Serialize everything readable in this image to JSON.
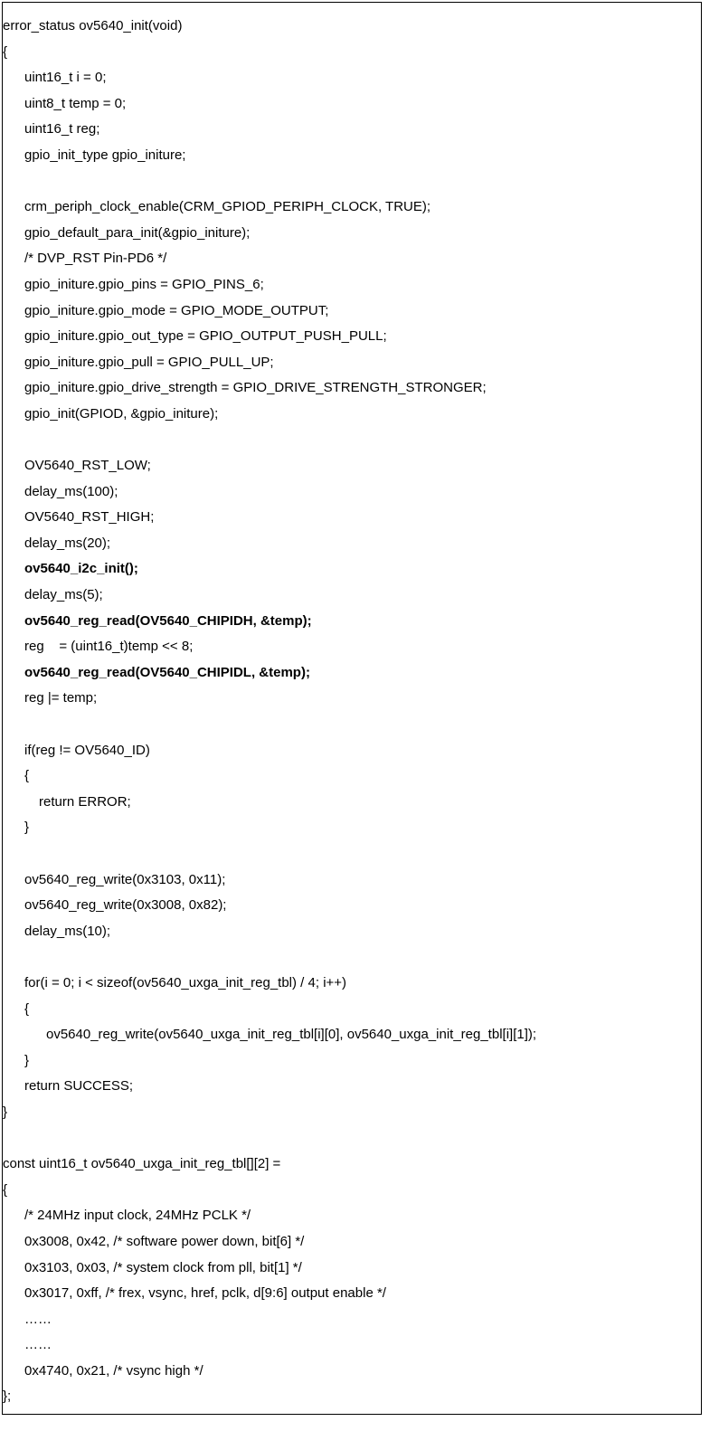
{
  "document": {
    "lines": [
      {
        "text": "error_status ov5640_init(void)",
        "indent": 0,
        "bold": false
      },
      {
        "text": "{",
        "indent": 0,
        "bold": false
      },
      {
        "text": "uint16_t i = 0;",
        "indent": 1,
        "bold": false
      },
      {
        "text": "uint8_t temp = 0;",
        "indent": 1,
        "bold": false
      },
      {
        "text": "uint16_t reg;",
        "indent": 1,
        "bold": false
      },
      {
        "text": "gpio_init_type gpio_initure;",
        "indent": 1,
        "bold": false
      },
      {
        "text": "",
        "indent": 0,
        "bold": false
      },
      {
        "text": "crm_periph_clock_enable(CRM_GPIOD_PERIPH_CLOCK, TRUE);",
        "indent": 1,
        "bold": false
      },
      {
        "text": "gpio_default_para_init(&gpio_initure);",
        "indent": 1,
        "bold": false
      },
      {
        "text": "/* DVP_RST Pin-PD6 */",
        "indent": 1,
        "bold": false
      },
      {
        "text": "gpio_initure.gpio_pins = GPIO_PINS_6;",
        "indent": 1,
        "bold": false
      },
      {
        "text": "gpio_initure.gpio_mode = GPIO_MODE_OUTPUT;",
        "indent": 1,
        "bold": false
      },
      {
        "text": "gpio_initure.gpio_out_type = GPIO_OUTPUT_PUSH_PULL;",
        "indent": 1,
        "bold": false
      },
      {
        "text": "gpio_initure.gpio_pull = GPIO_PULL_UP;",
        "indent": 1,
        "bold": false
      },
      {
        "text": "gpio_initure.gpio_drive_strength = GPIO_DRIVE_STRENGTH_STRONGER;",
        "indent": 1,
        "bold": false
      },
      {
        "text": "gpio_init(GPIOD, &gpio_initure);",
        "indent": 1,
        "bold": false
      },
      {
        "text": "",
        "indent": 0,
        "bold": false
      },
      {
        "text": "OV5640_RST_LOW;",
        "indent": 1,
        "bold": false
      },
      {
        "text": "delay_ms(100);",
        "indent": 1,
        "bold": false
      },
      {
        "text": "OV5640_RST_HIGH;",
        "indent": 1,
        "bold": false
      },
      {
        "text": "delay_ms(20);",
        "indent": 1,
        "bold": false
      },
      {
        "text": "ov5640_i2c_init();",
        "indent": 1,
        "bold": true
      },
      {
        "text": "delay_ms(5);",
        "indent": 1,
        "bold": false
      },
      {
        "text": "ov5640_reg_read(OV5640_CHIPIDH, &temp);",
        "indent": 1,
        "bold": true
      },
      {
        "text": "reg    = (uint16_t)temp << 8;",
        "indent": 1,
        "bold": false
      },
      {
        "text": "ov5640_reg_read(OV5640_CHIPIDL, &temp);",
        "indent": 1,
        "bold": true
      },
      {
        "text": "reg |= temp;",
        "indent": 1,
        "bold": false
      },
      {
        "text": "",
        "indent": 0,
        "bold": false
      },
      {
        "text": "if(reg != OV5640_ID)",
        "indent": 1,
        "bold": false
      },
      {
        "text": "{",
        "indent": 1,
        "bold": false
      },
      {
        "text": "return ERROR;",
        "indent": 2,
        "bold": false
      },
      {
        "text": "}",
        "indent": 1,
        "bold": false
      },
      {
        "text": "",
        "indent": 0,
        "bold": false
      },
      {
        "text": "ov5640_reg_write(0x3103, 0x11);",
        "indent": 1,
        "bold": false
      },
      {
        "text": "ov5640_reg_write(0x3008, 0x82);",
        "indent": 1,
        "bold": false
      },
      {
        "text": "delay_ms(10);",
        "indent": 1,
        "bold": false
      },
      {
        "text": "",
        "indent": 0,
        "bold": false
      },
      {
        "text": "for(i = 0; i < sizeof(ov5640_uxga_init_reg_tbl) / 4; i++)",
        "indent": 1,
        "bold": false
      },
      {
        "text": "{",
        "indent": 1,
        "bold": false
      },
      {
        "text": "ov5640_reg_write(ov5640_uxga_init_reg_tbl[i][0], ov5640_uxga_init_reg_tbl[i][1]);",
        "indent": 3,
        "bold": false
      },
      {
        "text": "}",
        "indent": 1,
        "bold": false
      },
      {
        "text": "return SUCCESS;",
        "indent": 1,
        "bold": false
      },
      {
        "text": "}",
        "indent": 0,
        "bold": false
      },
      {
        "text": "",
        "indent": 0,
        "bold": false
      },
      {
        "text": "const uint16_t ov5640_uxga_init_reg_tbl[][2] =",
        "indent": 0,
        "bold": false
      },
      {
        "text": "{",
        "indent": 0,
        "bold": false
      },
      {
        "text": "/* 24MHz input clock, 24MHz PCLK */",
        "indent": 1,
        "bold": false
      },
      {
        "text": "0x3008, 0x42, /* software power down, bit[6] */",
        "indent": 1,
        "bold": false
      },
      {
        "text": "0x3103, 0x03, /* system clock from pll, bit[1] */",
        "indent": 1,
        "bold": false
      },
      {
        "text": "0x3017, 0xff, /* frex, vsync, href, pclk, d[9:6] output enable */",
        "indent": 1,
        "bold": false
      },
      {
        "text": "……",
        "indent": 1,
        "bold": false
      },
      {
        "text": "……",
        "indent": 1,
        "bold": false
      },
      {
        "text": "0x4740, 0x21, /* vsync high */",
        "indent": 1,
        "bold": false
      },
      {
        "text": "};",
        "indent": 0,
        "bold": false
      }
    ]
  }
}
